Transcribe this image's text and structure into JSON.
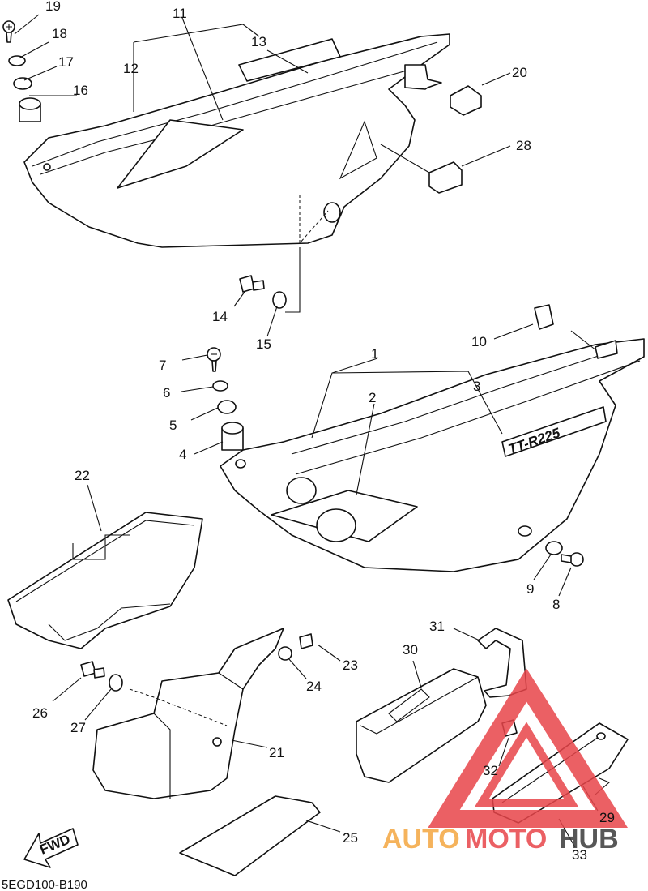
{
  "diagram": {
    "code": "5EGD100-B190",
    "callouts": [
      "1",
      "2",
      "3",
      "4",
      "5",
      "6",
      "7",
      "8",
      "9",
      "10",
      "11",
      "12",
      "13",
      "14",
      "15",
      "16",
      "17",
      "18",
      "19",
      "20",
      "21",
      "22",
      "23",
      "24",
      "25",
      "26",
      "27",
      "28",
      "29",
      "30",
      "31",
      "32",
      "33"
    ],
    "emblem_text": "TT-R225",
    "fwd_label": "FWD"
  },
  "watermark": {
    "part1": "AUTO",
    "part2": "MOTO",
    "part3": "HUB",
    "colors": {
      "orange": "#f4a640",
      "red": "#e8454a",
      "dark": "#3a3a3a"
    }
  }
}
